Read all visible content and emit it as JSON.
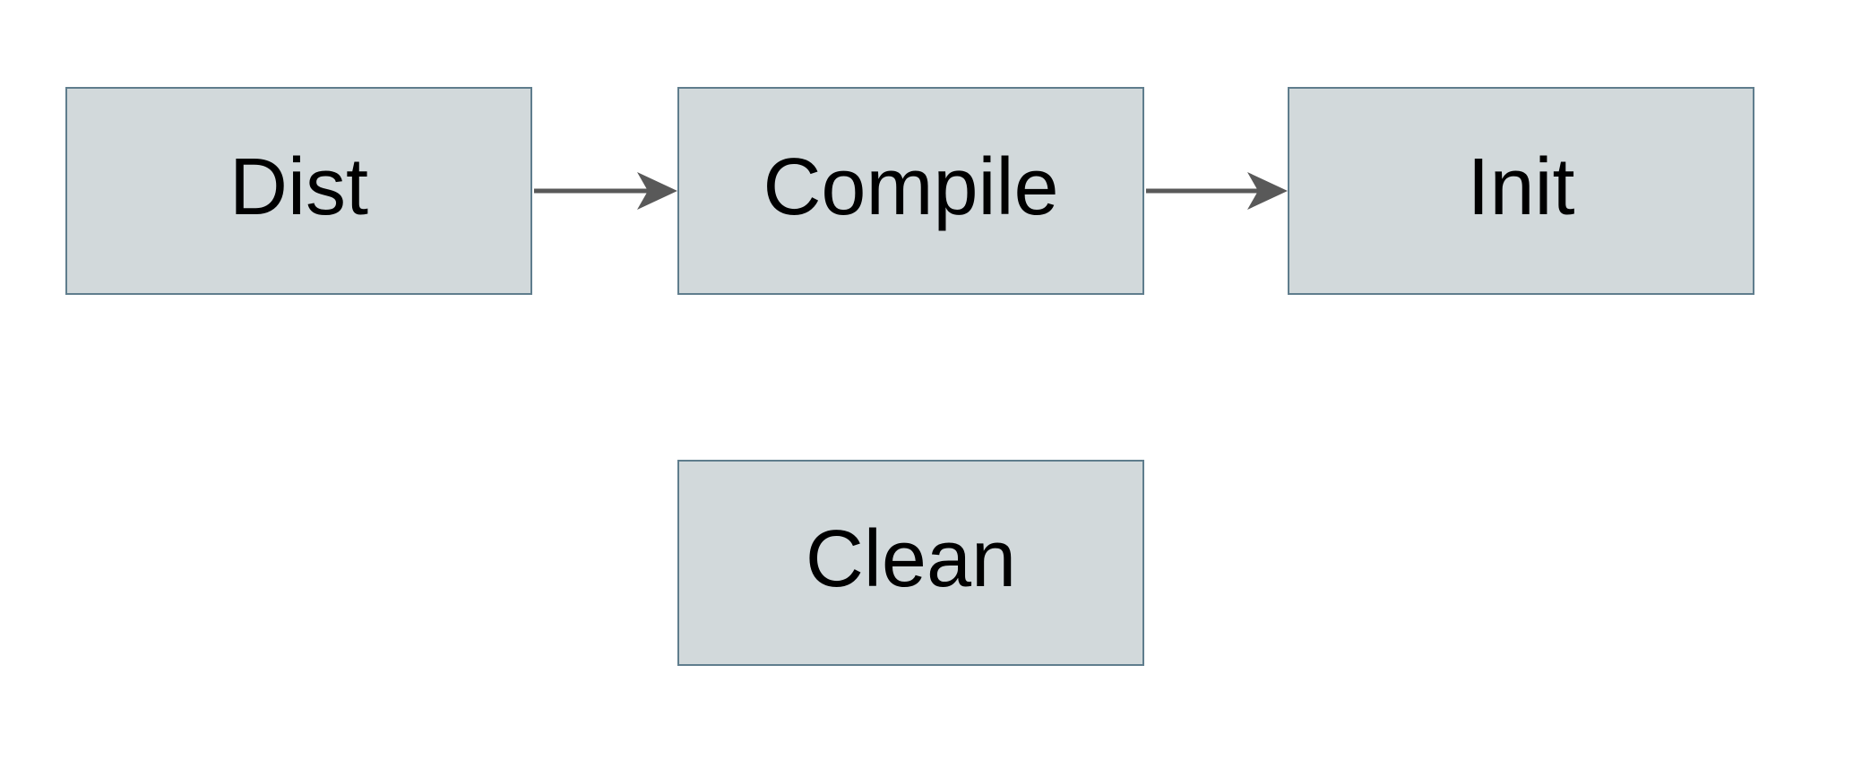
{
  "diagram": {
    "type": "flowchart",
    "nodes": [
      {
        "id": "dist",
        "label": "Dist"
      },
      {
        "id": "compile",
        "label": "Compile"
      },
      {
        "id": "init",
        "label": "Init"
      },
      {
        "id": "clean",
        "label": "Clean"
      }
    ],
    "edges": [
      {
        "from": "Dist",
        "to": "Compile",
        "style": "solid-arrow"
      },
      {
        "from": "Compile",
        "to": "Init",
        "style": "solid-arrow"
      }
    ],
    "colors": {
      "background": "#ffffff",
      "node_fill": "#d2d9db",
      "node_border": "#5f7d8d",
      "arrow": "#595959",
      "text": "#000000"
    }
  }
}
